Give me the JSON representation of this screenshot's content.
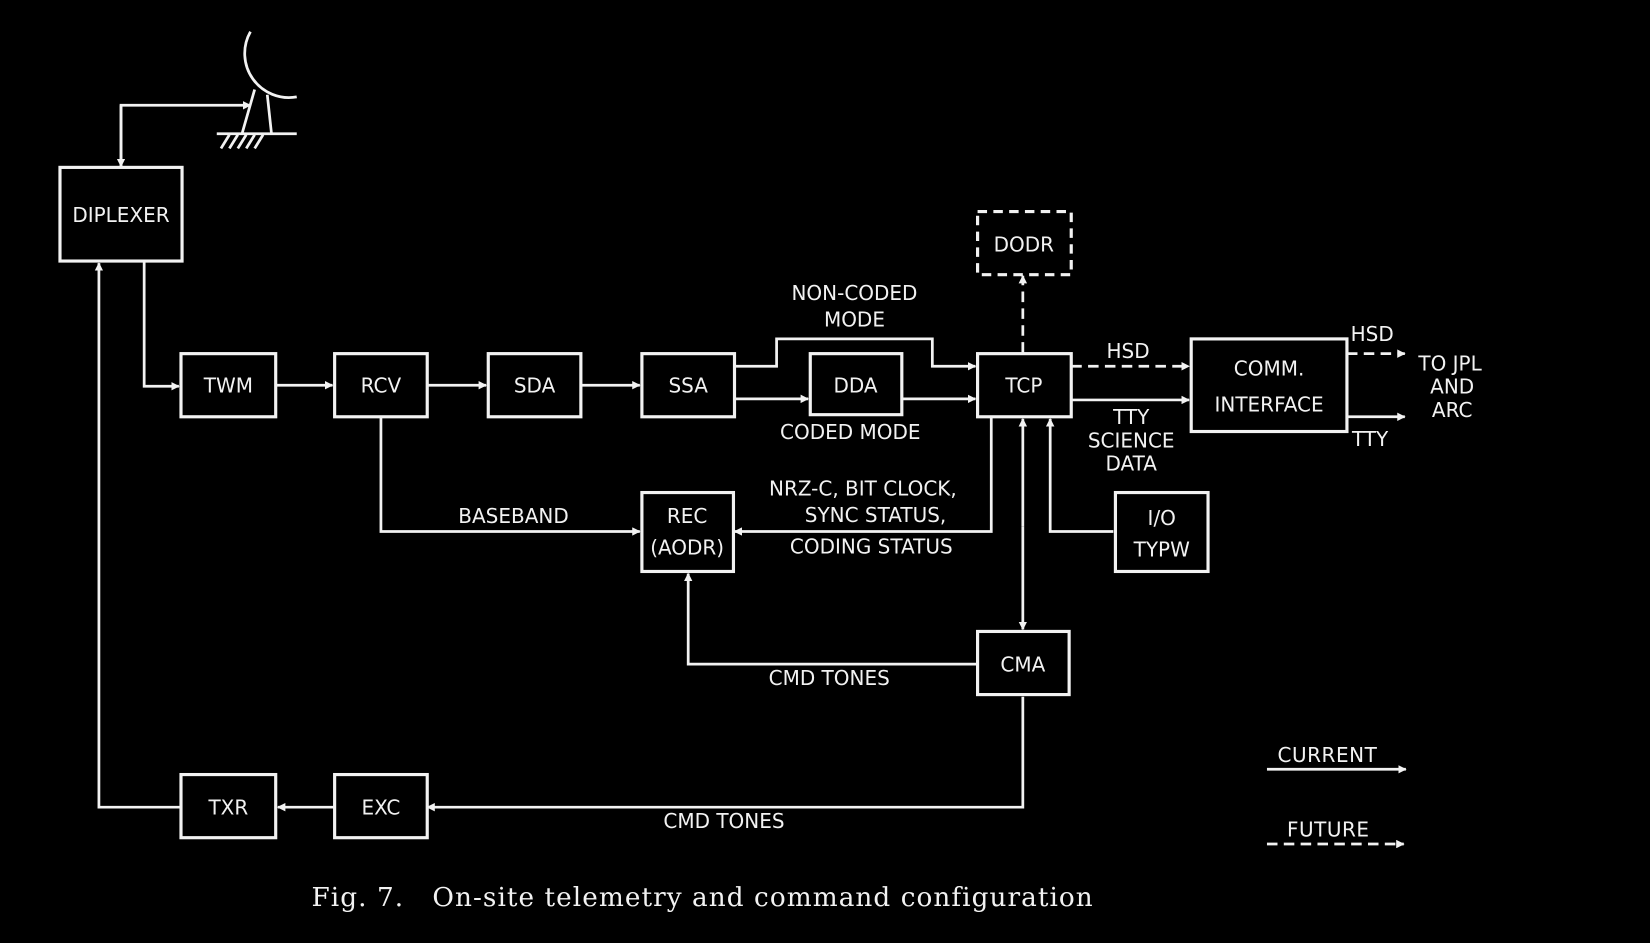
{
  "blocks": {
    "diplexer": "DIPLEXER",
    "twm": "TWM",
    "rcv": "RCV",
    "sda": "SDA",
    "ssa": "SSA",
    "dda": "DDA",
    "tcp": "TCP",
    "dodr": "DODR",
    "comm_line1": "COMM.",
    "comm_line2": "INTERFACE",
    "rec_line1": "REC",
    "rec_line2": "(AODR)",
    "io_line1": "I/O",
    "io_line2": "TYPW",
    "cma": "CMA",
    "txr": "TXR",
    "exc": "EXC"
  },
  "labels": {
    "non_coded_1": "NON-CODED",
    "non_coded_2": "MODE",
    "coded_mode": "CODED MODE",
    "hsd_in": "HSD",
    "tty_sci_1": "TTY",
    "tty_sci_2": "SCIENCE",
    "tty_sci_3": "DATA",
    "hsd_out": "HSD",
    "tty_out": "TTY",
    "dest_1": "TO JPL",
    "dest_2": "AND",
    "dest_3": "ARC",
    "baseband": "BASEBAND",
    "status_1": "NRZ-C, BIT CLOCK,",
    "status_2": "SYNC STATUS,",
    "status_3": "CODING STATUS",
    "cmd_tones_upper": "CMD TONES",
    "cmd_tones_lower": "CMD TONES"
  },
  "legend": {
    "current": "CURRENT",
    "future": "FUTURE"
  },
  "caption": "Fig. 7.   On-site telemetry and command configuration"
}
